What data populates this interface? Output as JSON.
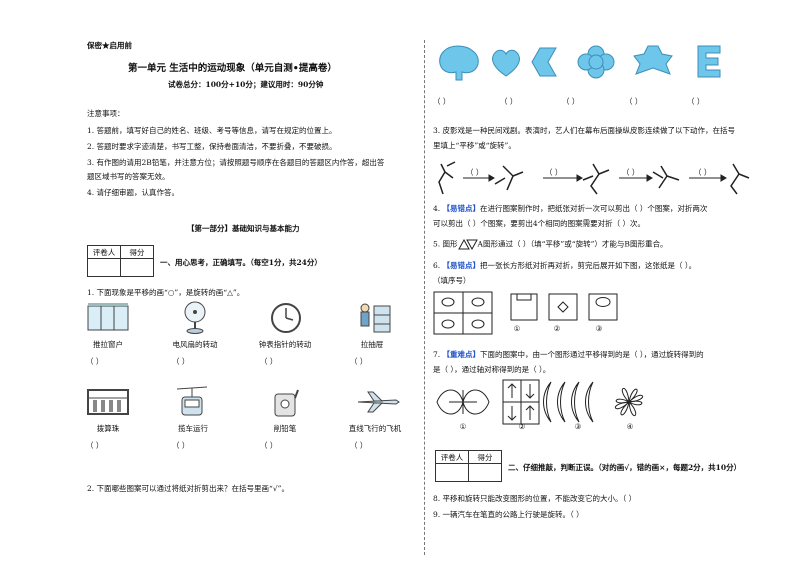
{
  "header": {
    "secret": "保密★启用前"
  },
  "title": "第一单元 生活中的运动现象（单元自测•提高卷）",
  "subtitle": "试卷总分：100分+10分；建议用时：90分钟",
  "notes": {
    "heading": "注意事项：",
    "items": [
      "1. 答题前，填写好自己的姓名、班级、考号等信息，请写在规定的位置上。",
      "2. 答题时要求字迹清楚，书写工整，保持卷面清洁，不要折叠，不要破损。",
      "3. 有作图的请用2B铅笔，并注意方位；请按照题号顺序在各题目的答题区内作答，超出答",
      "题区域书写的答案无效。",
      "4. 请仔细审题，认真作答。"
    ]
  },
  "part1": "【第一部分】基础知识与基本能力",
  "score_table": {
    "grader": "评卷人",
    "score": "得分"
  },
  "section1": "一、用心思考，正确填写。（每空1分，共24分）",
  "q1": {
    "text": "1. 下面现象是平移的画“○”，是旋转的画“△”。",
    "row1": [
      "推拉窗户",
      "电风扇的转动",
      "钟表指针的转动",
      "拉抽屉"
    ],
    "row2": [
      "拨算珠",
      "揽车运行",
      "削铅笔",
      "直线飞行的飞机"
    ]
  },
  "q2": {
    "text": "2. 下面哪些图案可以通过将纸对折剪出来？在括号里画“√”。"
  },
  "q3": {
    "line1": "3. 皮影戏是一种民间戏剧。表演时，艺人们在幕布后面操纵皮影连续做了以下动作，在括号",
    "line2": "里填上“平移”或“旋转”。"
  },
  "q4": {
    "prefix": "4. ",
    "tag": "【易错点】",
    "line1": "在进行图案制作时，把纸张对折一次可以剪出（        ）个图案，对折两次",
    "line2": "可以剪出（        ）个图案，要剪出4个相同的图案需要对折（        ）次。"
  },
  "q5": {
    "left": "5. 图形",
    "mid": "A图形通过（        ）（填“平移”或“旋转”）才能与B图形重合。"
  },
  "q6": {
    "prefix": "6. ",
    "tag": "【易错点】",
    "line1": "把一张长方形纸对折再对折，剪完后展开如下图，这张纸是（        ）。",
    "line2": "（填序号）",
    "labels": [
      "①",
      "②",
      "③"
    ]
  },
  "q7": {
    "prefix": "7. ",
    "tag": "【重难点】",
    "line1": "下面的图案中，由一个图形通过平移得到的是（        ），通过旋转得到的",
    "line2": "是（        ），通过轴对称得到的是（        ）。",
    "labels": [
      "①",
      "②",
      "③",
      "④"
    ]
  },
  "section2": "二、仔细推敲，判断正误。（对的画√，错的画×，每题2分，共10分）",
  "q8": "8. 平移和旋转只能改变图形的位置，不能改变它的大小。（        ）",
  "q9": "9. 一辆汽车在笔直的公路上行驶是旋转。（        ）",
  "paren": "（        ）"
}
